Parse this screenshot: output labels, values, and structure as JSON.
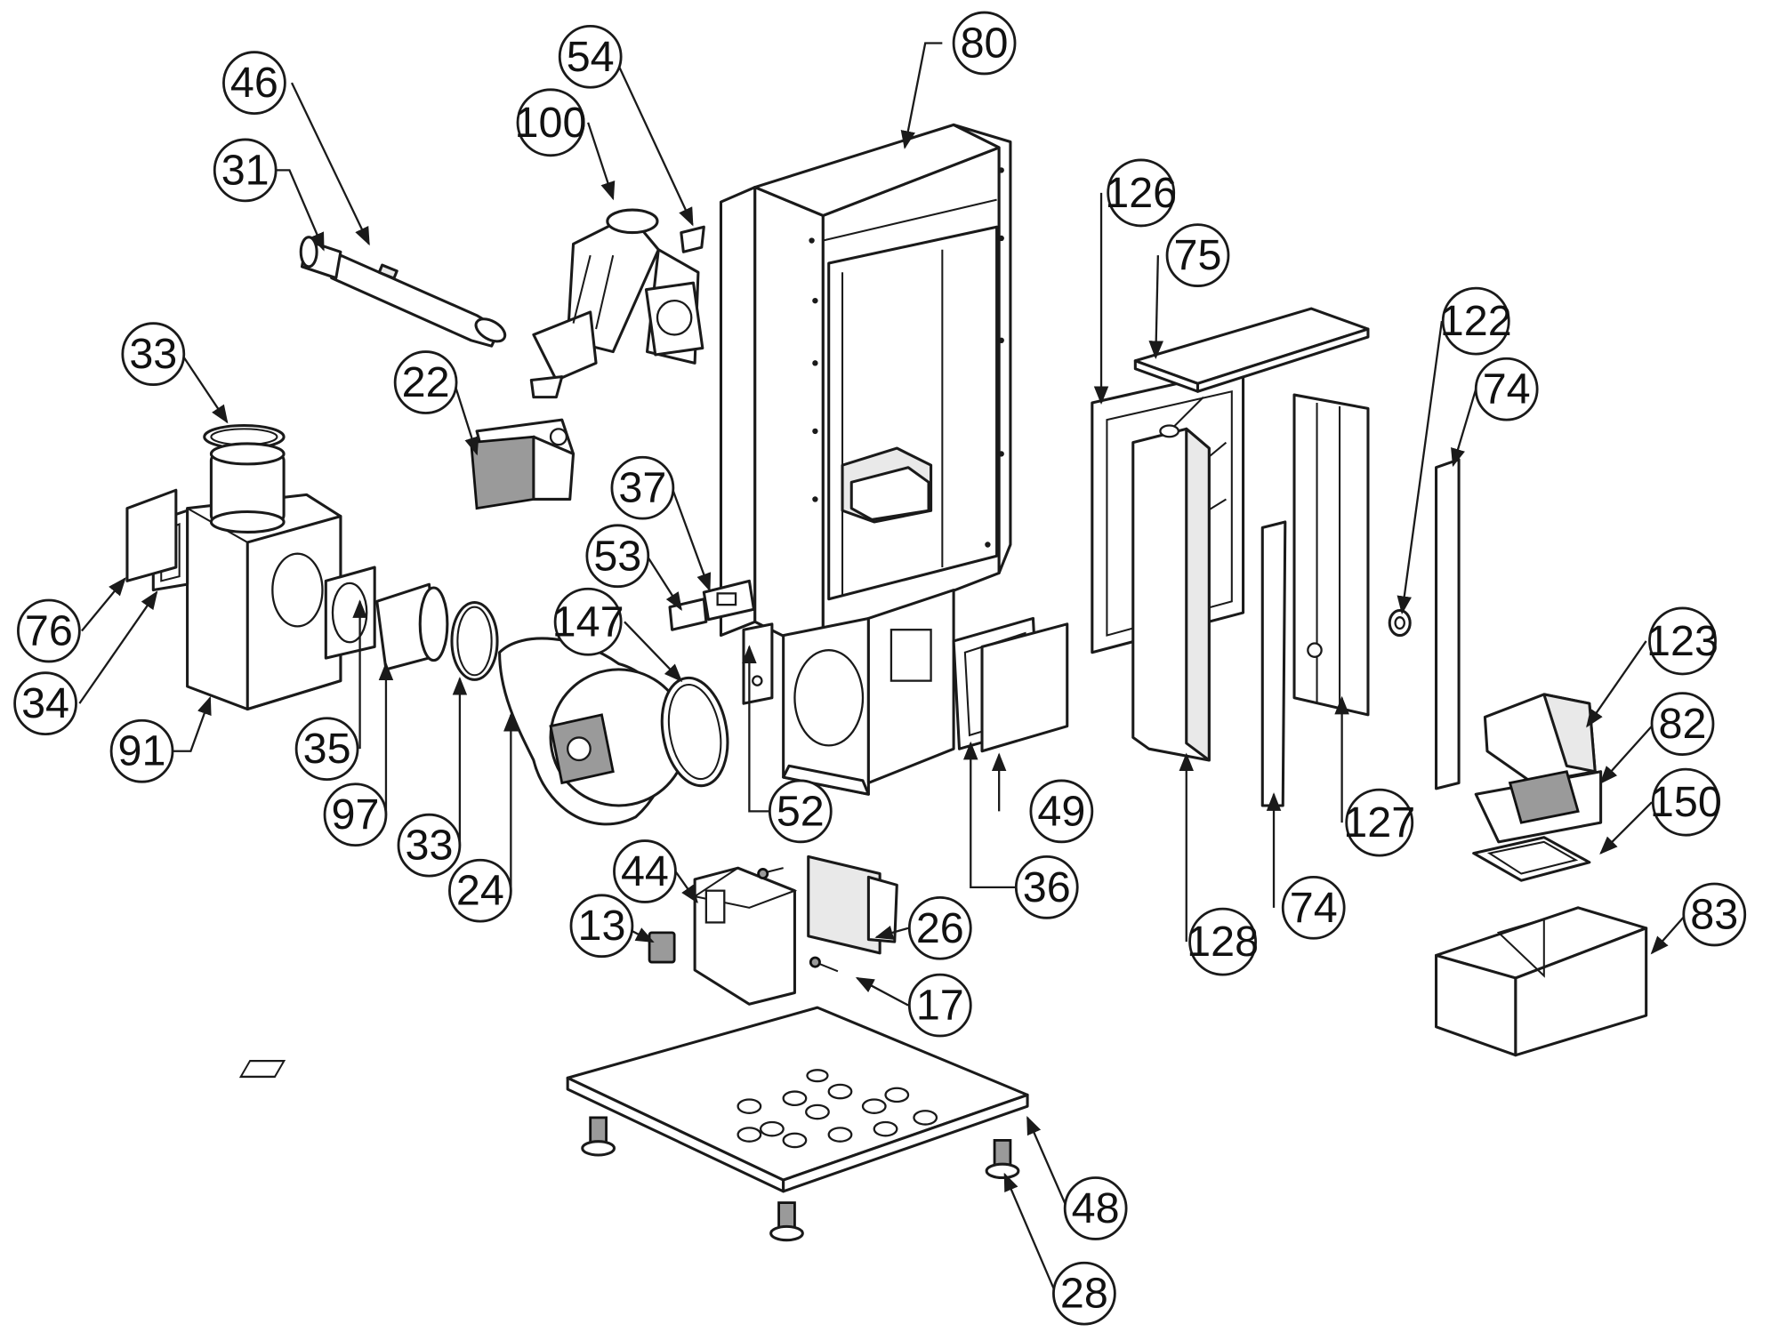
{
  "diagram": {
    "type": "exploded parts diagram",
    "callouts": [
      {
        "id": "c80",
        "label": "80"
      },
      {
        "id": "c54",
        "label": "54"
      },
      {
        "id": "c100",
        "label": "100"
      },
      {
        "id": "c46",
        "label": "46"
      },
      {
        "id": "c31",
        "label": "31"
      },
      {
        "id": "c33a",
        "label": "33"
      },
      {
        "id": "c22",
        "label": "22"
      },
      {
        "id": "c37",
        "label": "37"
      },
      {
        "id": "c53",
        "label": "53"
      },
      {
        "id": "c147",
        "label": "147"
      },
      {
        "id": "c76",
        "label": "76"
      },
      {
        "id": "c34",
        "label": "34"
      },
      {
        "id": "c91",
        "label": "91"
      },
      {
        "id": "c35",
        "label": "35"
      },
      {
        "id": "c97",
        "label": "97"
      },
      {
        "id": "c33b",
        "label": "33"
      },
      {
        "id": "c24",
        "label": "24"
      },
      {
        "id": "c52",
        "label": "52"
      },
      {
        "id": "c44",
        "label": "44"
      },
      {
        "id": "c13",
        "label": "13"
      },
      {
        "id": "c26",
        "label": "26"
      },
      {
        "id": "c17",
        "label": "17"
      },
      {
        "id": "c49",
        "label": "49"
      },
      {
        "id": "c36",
        "label": "36"
      },
      {
        "id": "c126",
        "label": "126"
      },
      {
        "id": "c75",
        "label": "75"
      },
      {
        "id": "c122",
        "label": "122"
      },
      {
        "id": "c74a",
        "label": "74"
      },
      {
        "id": "c123",
        "label": "123"
      },
      {
        "id": "c82",
        "label": "82"
      },
      {
        "id": "c150",
        "label": "150"
      },
      {
        "id": "c127",
        "label": "127"
      },
      {
        "id": "c74b",
        "label": "74"
      },
      {
        "id": "c128",
        "label": "128"
      },
      {
        "id": "c83",
        "label": "83"
      },
      {
        "id": "c48",
        "label": "48"
      },
      {
        "id": "c28",
        "label": "28"
      }
    ]
  }
}
